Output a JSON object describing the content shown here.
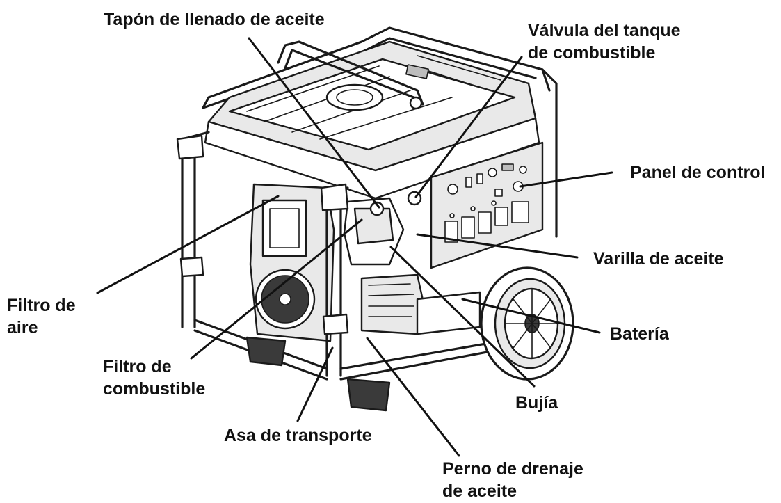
{
  "labels": {
    "oil_fill_cap": "Tapón de llenado de aceite",
    "fuel_valve": [
      "Válvula del tanque",
      "de combustible"
    ],
    "control_panel": "Panel de control",
    "dipstick": "Varilla de aceite",
    "air_filter": [
      "Filtro de",
      "aire"
    ],
    "battery": "Batería",
    "fuel_filter": [
      "Filtro de",
      "combustible"
    ],
    "spark_plug": "Bujía",
    "carry_handle": "Asa de transporte",
    "oil_drain_bolt": [
      "Perno de drenaje",
      "de aceite"
    ]
  }
}
